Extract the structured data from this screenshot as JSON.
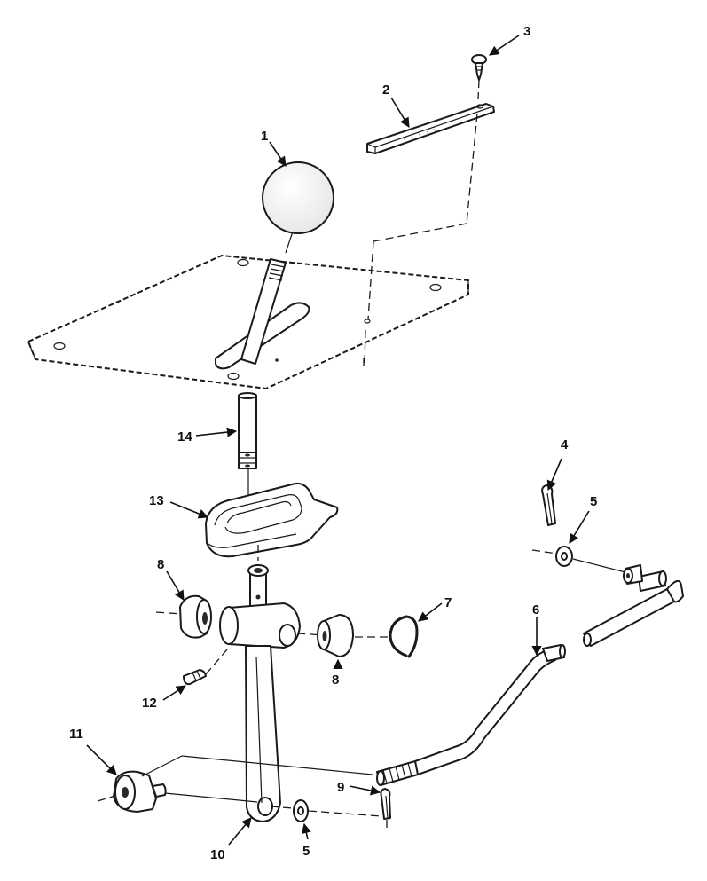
{
  "diagram": {
    "type": "exploded-parts-view",
    "callouts": [
      {
        "id": "knob",
        "label": "1"
      },
      {
        "id": "indicator-plate",
        "label": "2"
      },
      {
        "id": "screw",
        "label": "3"
      },
      {
        "id": "cotter-pin-upper",
        "label": "4"
      },
      {
        "id": "washer-upper",
        "label": "5"
      },
      {
        "id": "shift-rod",
        "label": "6"
      },
      {
        "id": "retaining-ring",
        "label": "7"
      },
      {
        "id": "bushing-left",
        "label": "8"
      },
      {
        "id": "bushing-right",
        "label": "8"
      },
      {
        "id": "cotter-pin-lower",
        "label": "9"
      },
      {
        "id": "shift-lever",
        "label": "10"
      },
      {
        "id": "pivot-block",
        "label": "11"
      },
      {
        "id": "roll-pin",
        "label": "12"
      },
      {
        "id": "boot",
        "label": "13"
      },
      {
        "id": "lever-shaft",
        "label": "14"
      },
      {
        "id": "washer-lower",
        "label": "5"
      }
    ]
  }
}
